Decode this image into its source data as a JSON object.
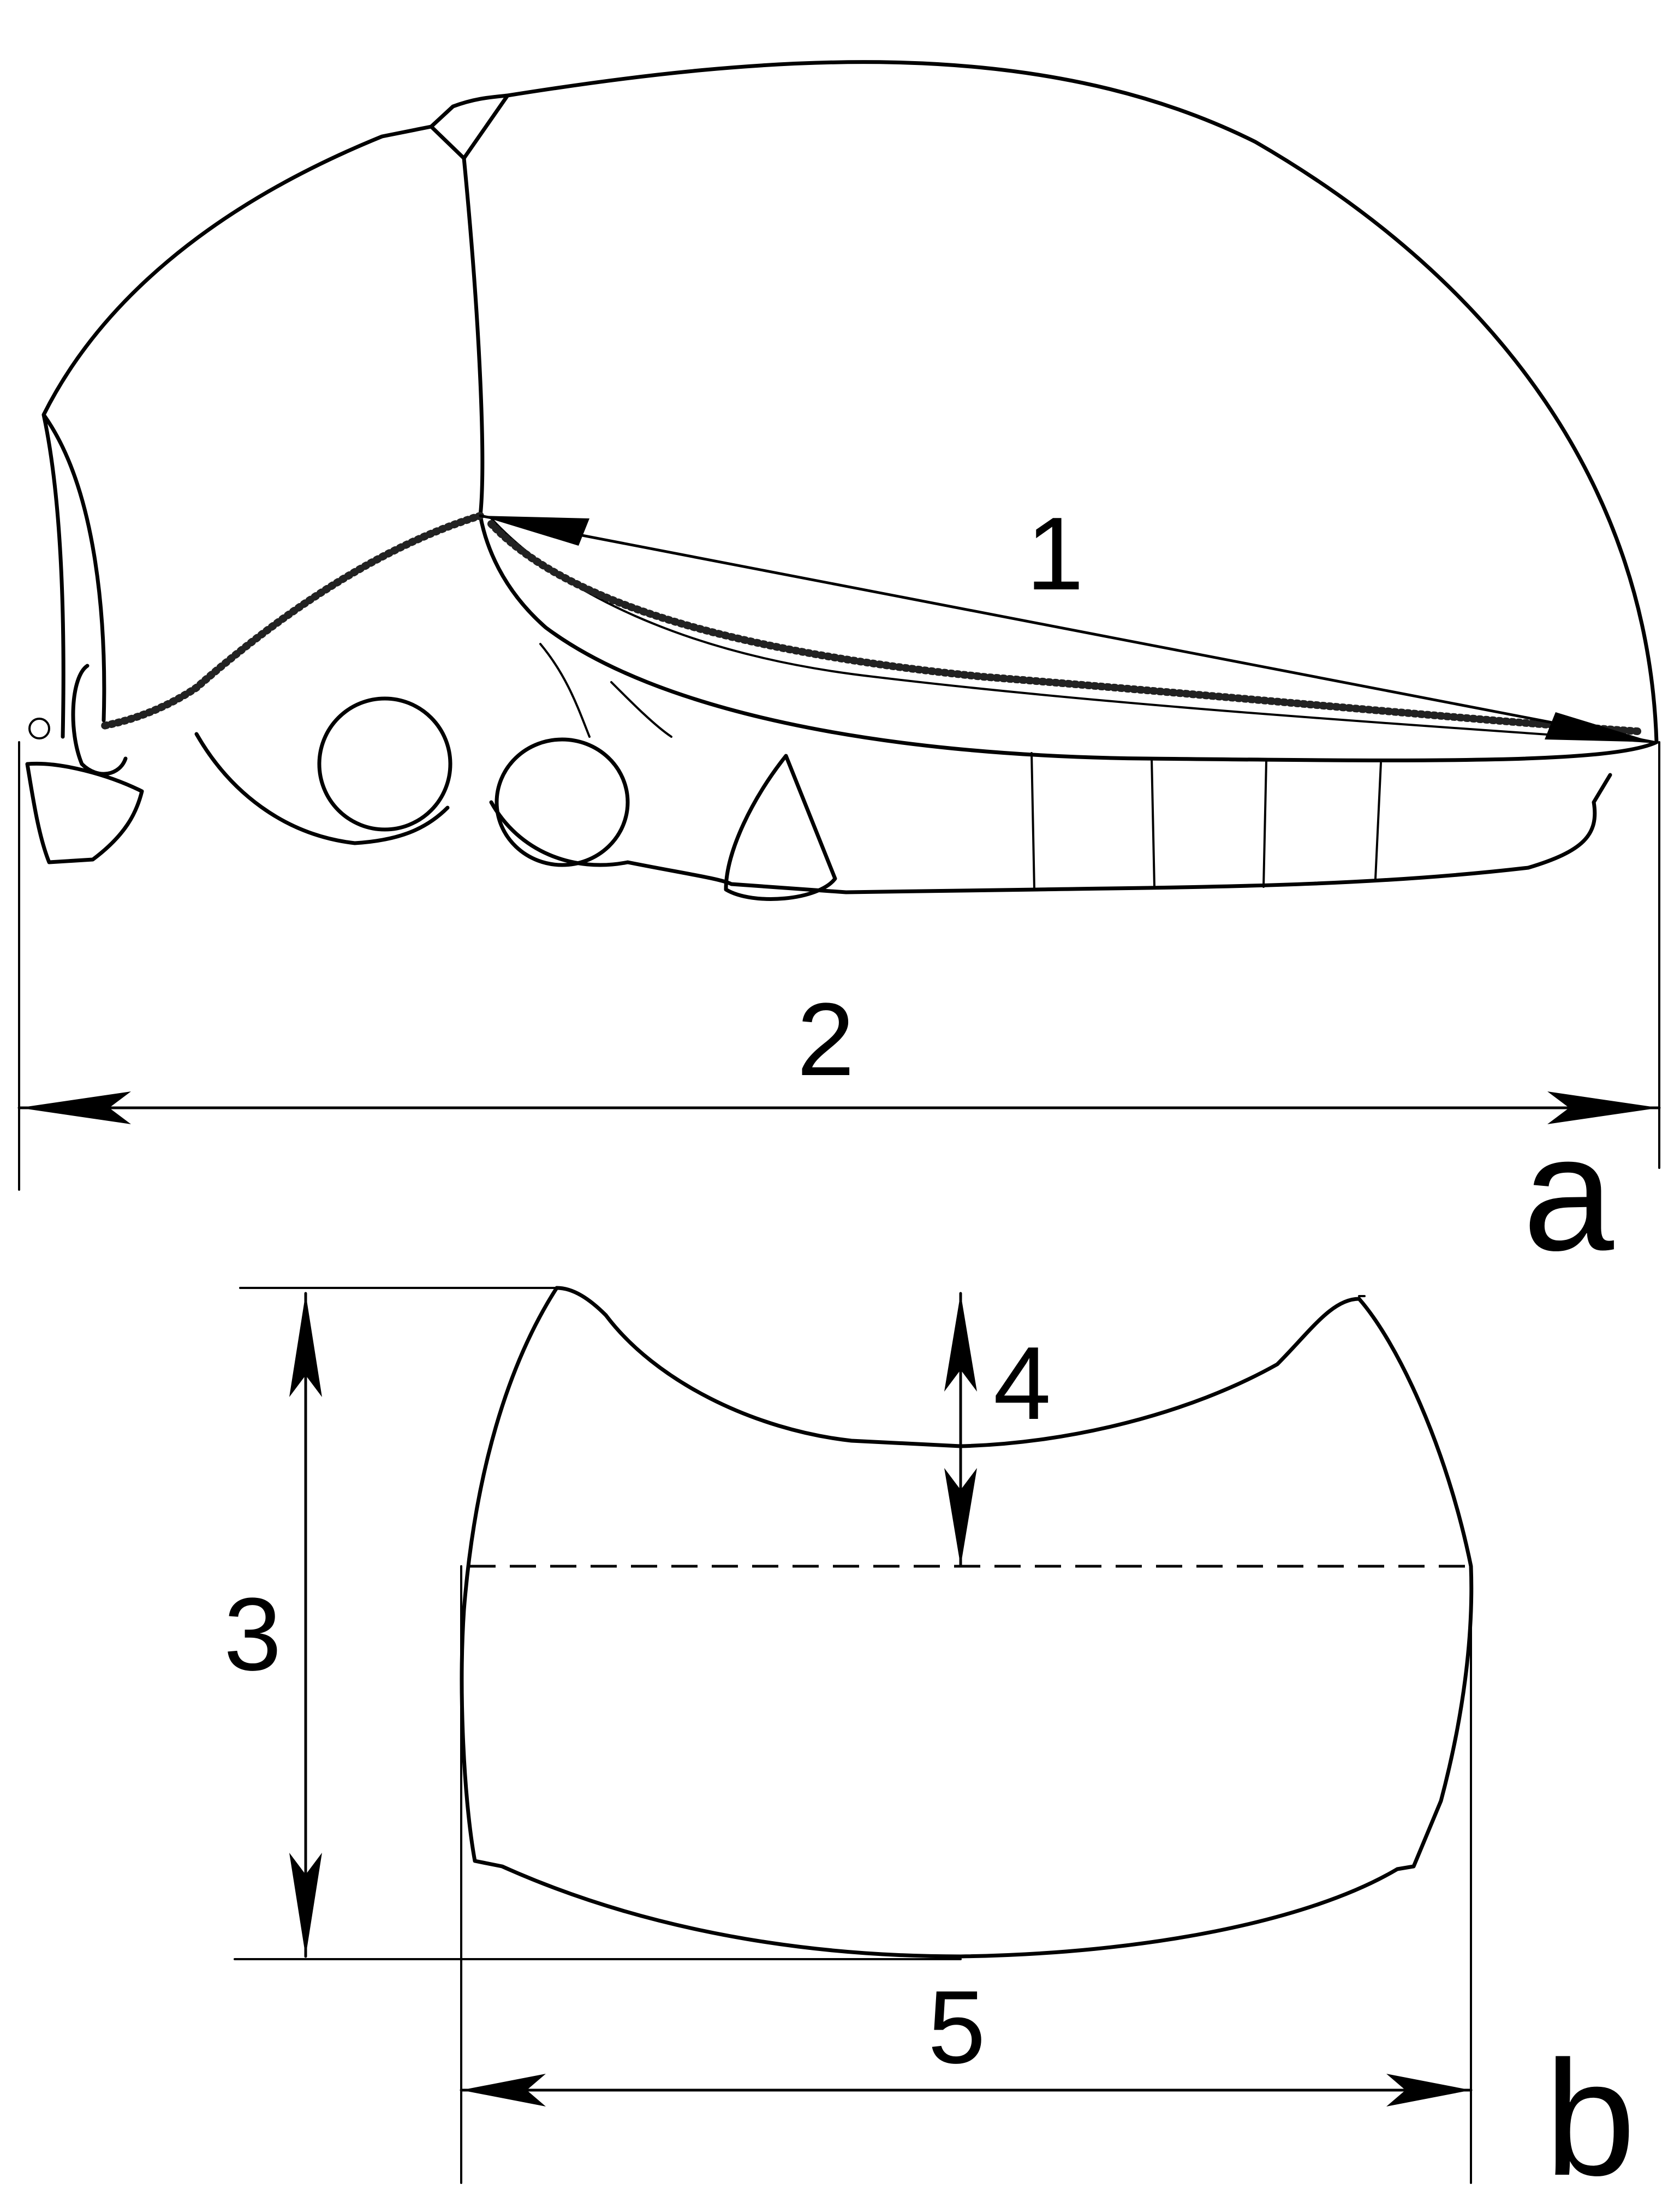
{
  "labels": {
    "m1": "1",
    "m2": "2",
    "m3": "3",
    "m4": "4",
    "m5": "5"
  },
  "panels": {
    "a": "a",
    "b": "b"
  },
  "colors": {
    "ink": "#000000",
    "paper": "#ffffff"
  }
}
